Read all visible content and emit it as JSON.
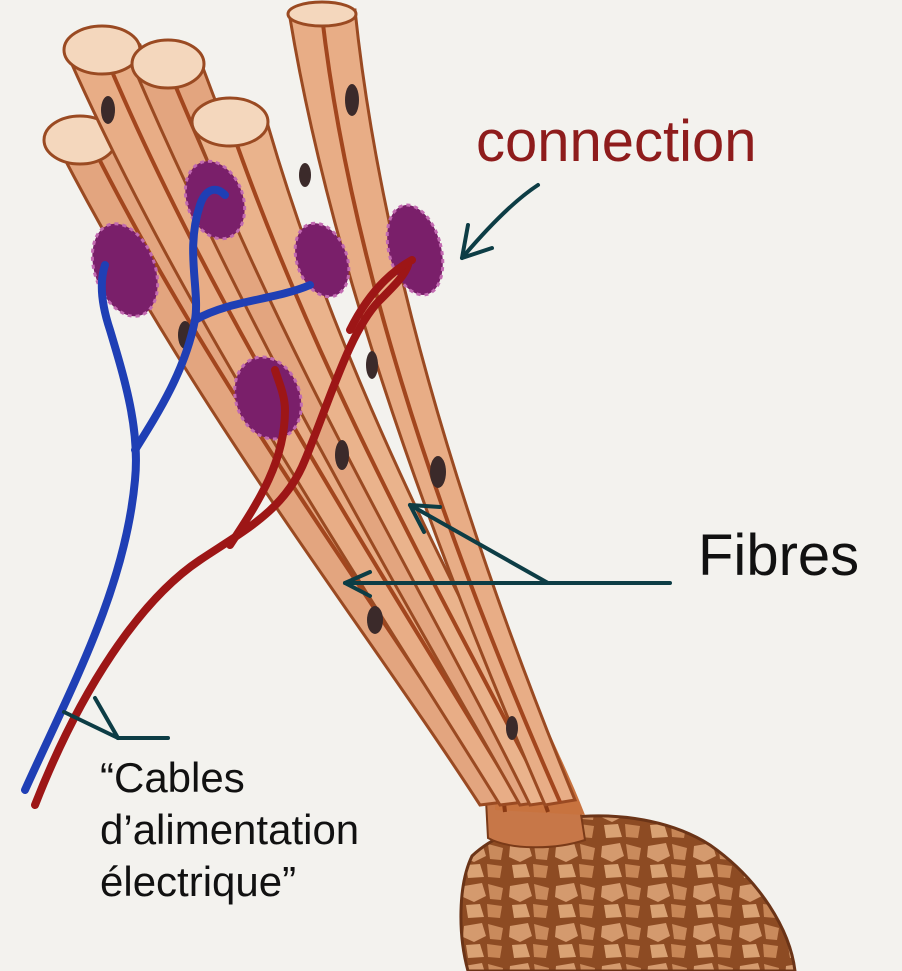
{
  "labels": {
    "connection": "connection",
    "fibres": "Fibres",
    "cables_line1": "“Cables",
    "cables_line2": "d’alimentation",
    "cables_line3": "électrique”"
  },
  "colors": {
    "background": "#f3f2ee",
    "fibre_fill": "#e3a57f",
    "fibre_stripe": "#a2461e",
    "fibre_end": "#f4d7bd",
    "nucleus": "#3b2a2a",
    "connection_purple": "#7a1f6a",
    "blue_cable": "#1f3fb5",
    "red_cable": "#9d1616",
    "connection_text": "#8e1c1c",
    "pointer_line": "#0d3d45"
  }
}
